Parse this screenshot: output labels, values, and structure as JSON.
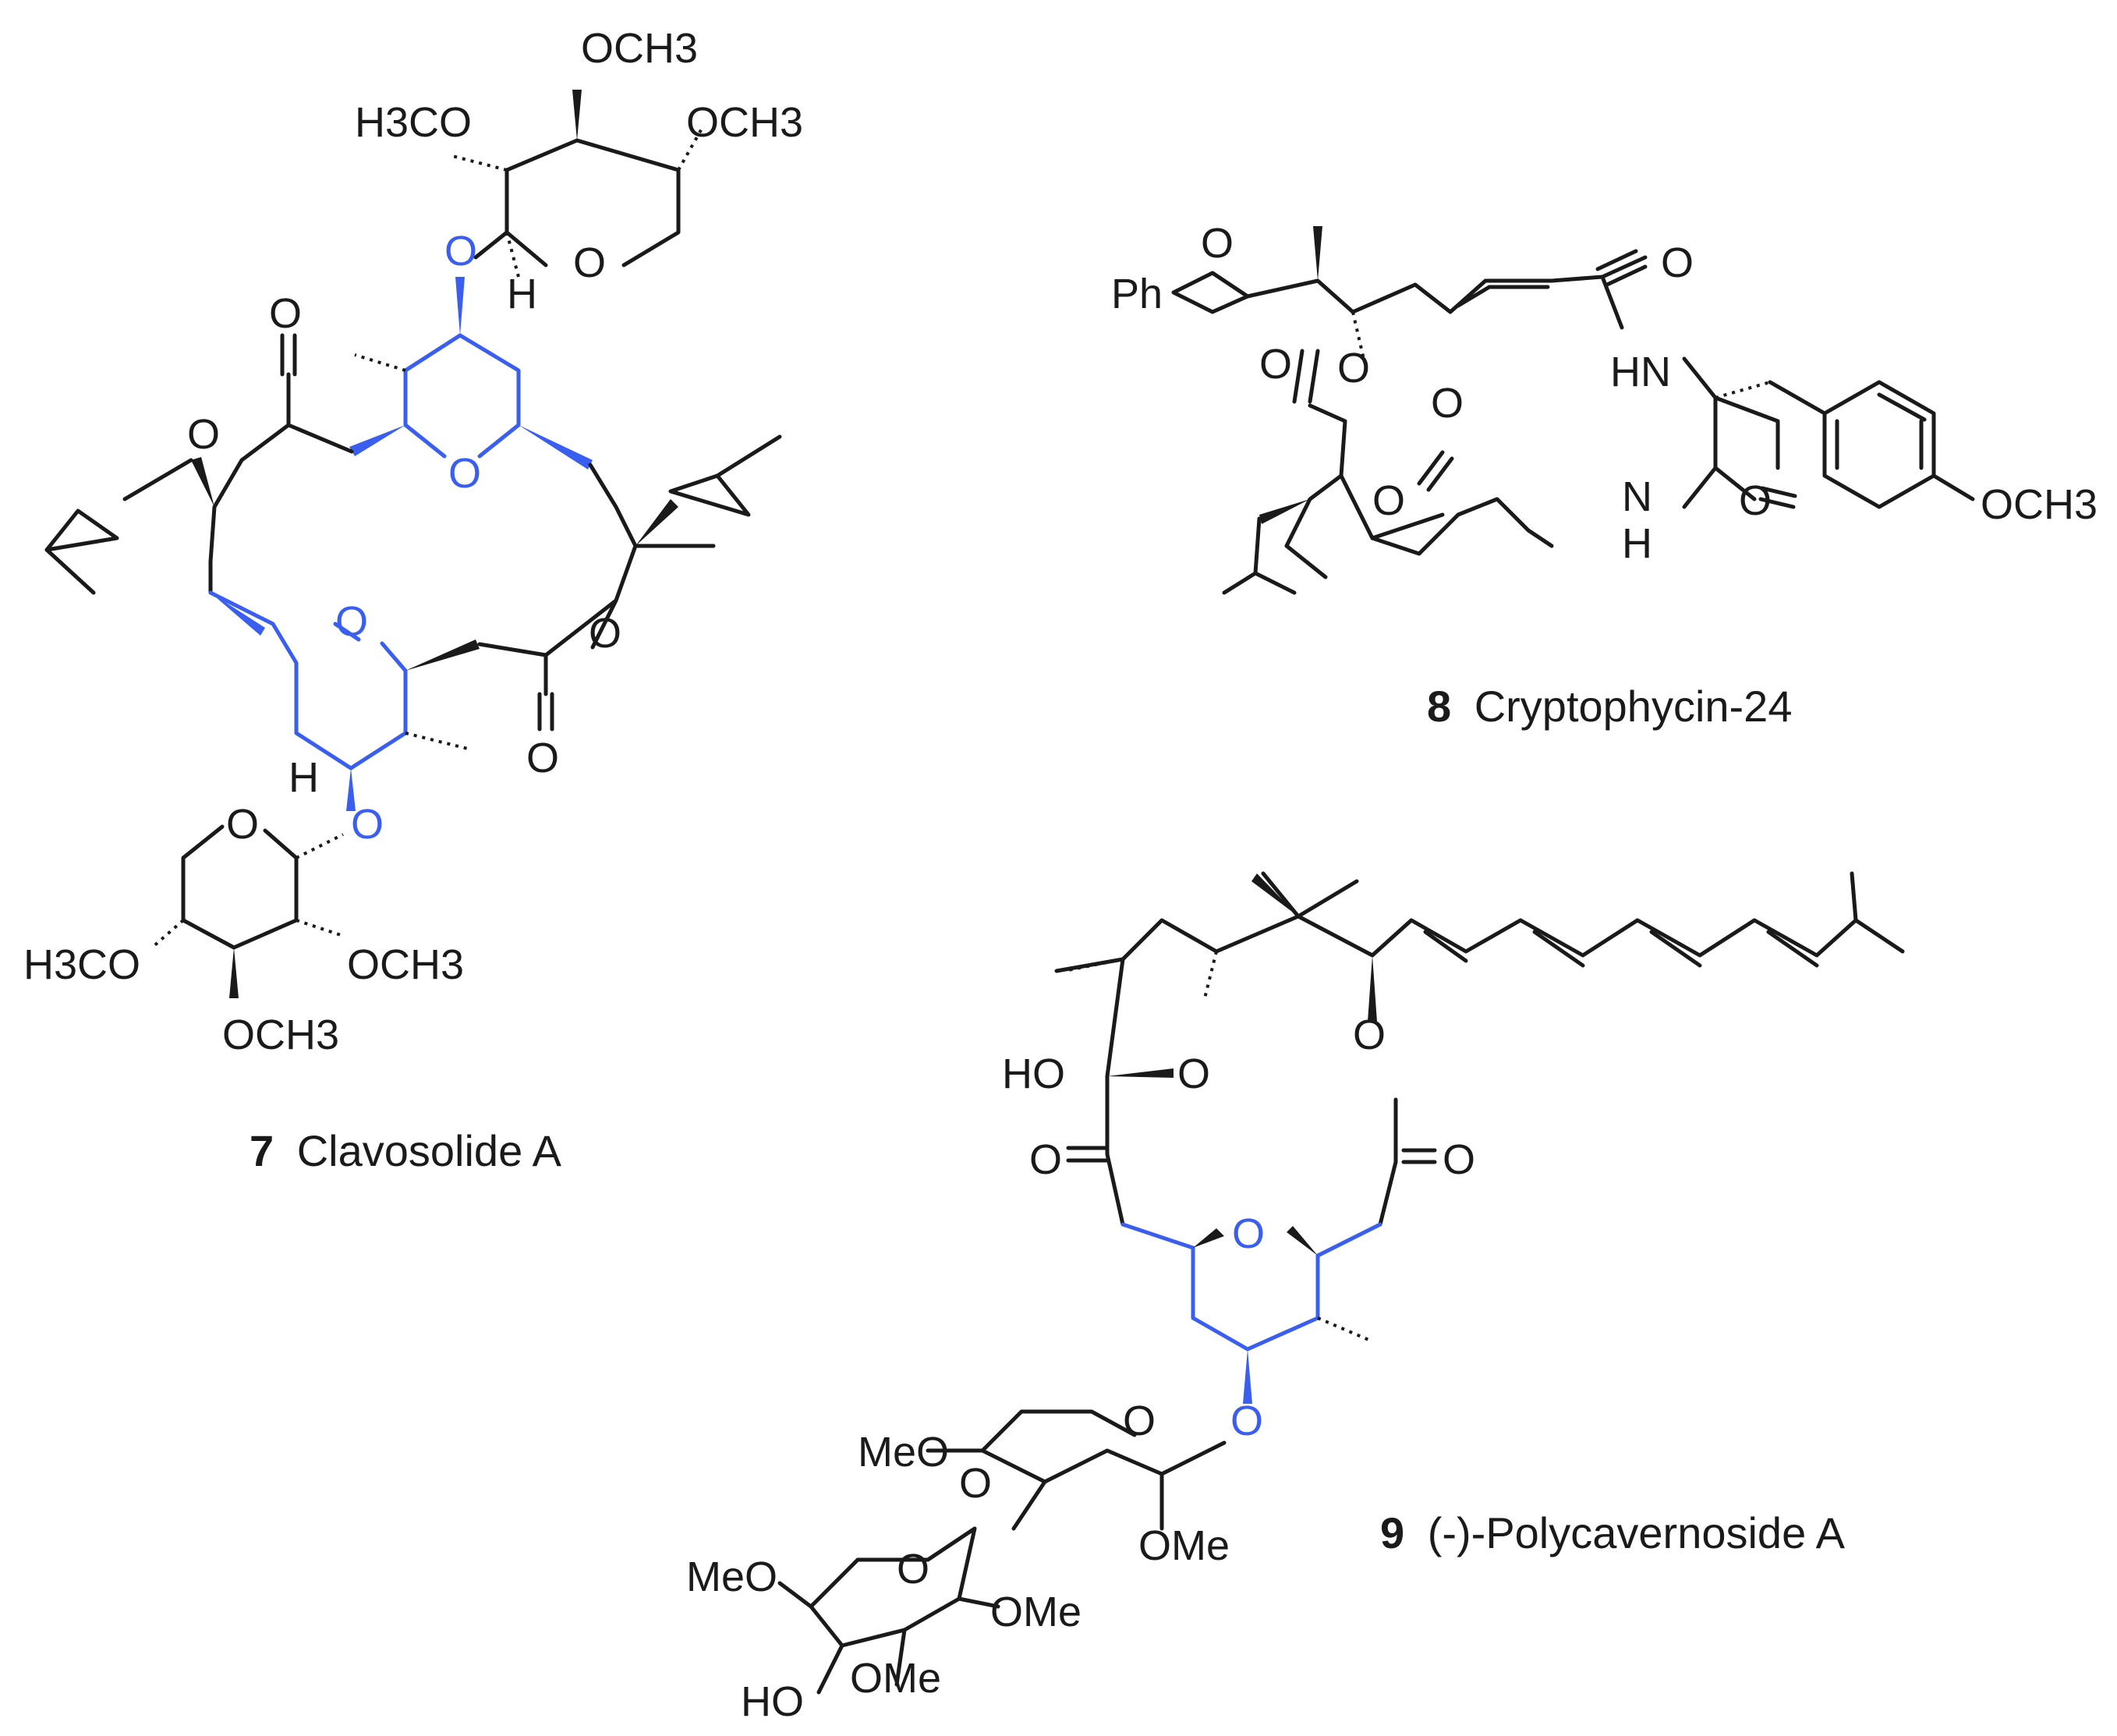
{
  "compounds": [
    {
      "number": "7",
      "name": "Clavosolide A",
      "atoms": {
        "och3_top": "OCH3",
        "h3co_left_top": "H3CO",
        "och3_right_top": "OCH3",
        "o_glyco_top": "O",
        "h_top": "H",
        "o_sugar_ring_top": "O",
        "o_carbonyl_top": "O",
        "o_ester_left": "O",
        "o_thp_top": "O",
        "o_thp_bottom": "O",
        "o_ester_right": "O",
        "o_carbonyl_bottom": "O",
        "h_bottom": "H",
        "o_glyco_bottom": "O",
        "o_sugar_ring_bottom": "O",
        "h3co_left_bottom": "H3CO",
        "och3_right_bottom": "OCH3",
        "och3_bottom": "OCH3"
      }
    },
    {
      "number": "8",
      "name": "Cryptophycin-24",
      "atoms": {
        "ph": "Ph",
        "o_epoxide": "O",
        "o_amide_top": "O",
        "o_ester_1": "O",
        "o_carbonyl_1": "O",
        "hn": "HN",
        "o_carbonyl_2": "O",
        "o_ester_2": "O",
        "n": "N",
        "h": "H",
        "o_amide_2": "O",
        "och3": "OCH3"
      }
    },
    {
      "number": "9",
      "name": "(-)-Polycavernoside A",
      "atoms": {
        "ho_hemiketal": "HO",
        "o_hemiketal_ring": "O",
        "o_ester": "O",
        "o_ketone": "O",
        "o_lactone": "O",
        "o_thp": "O",
        "o_glyco": "O",
        "meo_1": "MeO",
        "o_sugar_1": "O",
        "o_link": "O",
        "ome_1": "OMe",
        "meo_2": "MeO",
        "o_sugar_2": "O",
        "ome_2": "OMe",
        "ho_sugar": "HO",
        "ome_3": "OMe"
      }
    }
  ],
  "colors": {
    "highlight": "#3a5ef0",
    "bond": "#1a1a1a",
    "background": "#ffffff"
  }
}
